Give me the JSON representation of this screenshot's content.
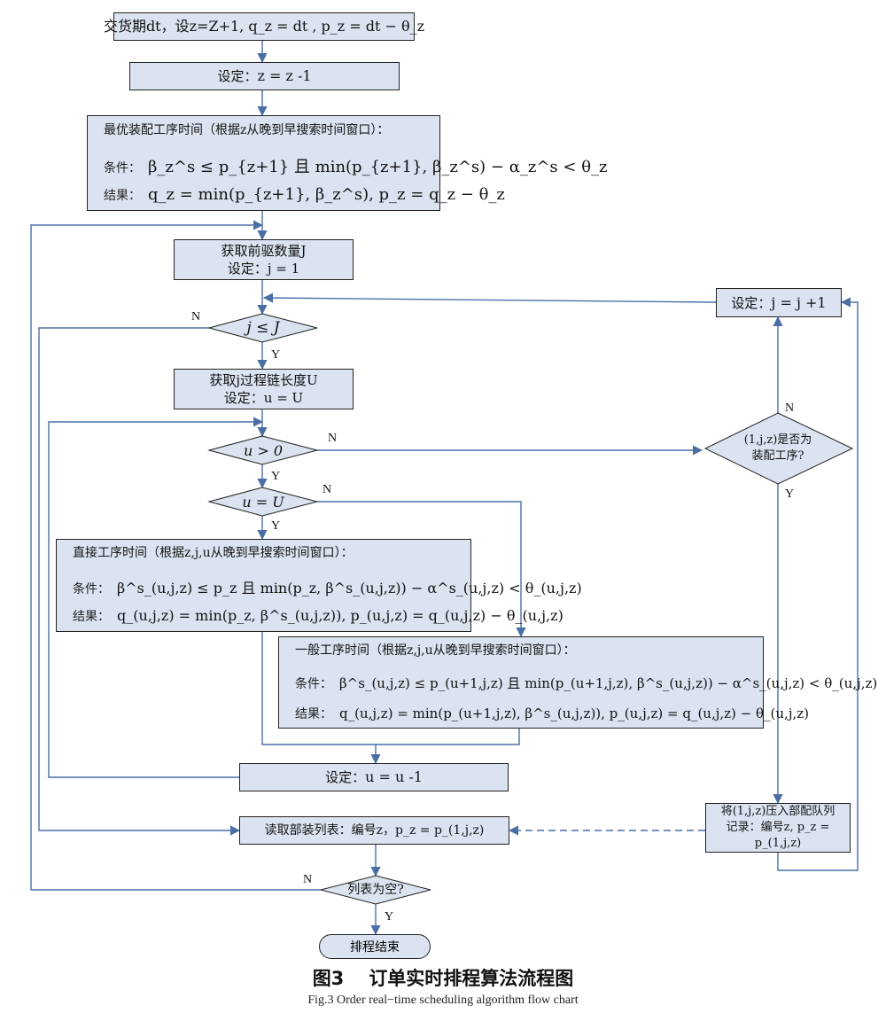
{
  "nodes": {
    "start": "交货期dt，设z=Z+1, q_z = dt , p_z = dt − θ_z",
    "set_z": {
      "label": "设定：",
      "expr": "z = z -1"
    },
    "optimal": {
      "title": "最优装配工序时间（根据z从晚到早搜索时间窗口）：",
      "cond_label": "条件：",
      "cond_expr": "β_z^s ≤ p_{z+1} 且 min(p_{z+1}, β_z^s) − α_z^s < θ_z",
      "res_label": "结果：",
      "res_expr": "q_z = min(p_{z+1}, β_z^s), p_z = q_z − θ_z"
    },
    "get_pred": {
      "line1": "获取前驱数量J",
      "line2": "设定：j = 1"
    },
    "dec_j": "j ≤ J",
    "get_chain": {
      "line1": "获取j过程链长度U",
      "line2": "设定：u = U"
    },
    "dec_u_gt0": "u > 0",
    "dec_u_eqU": "u = U",
    "direct": {
      "title": "直接工序时间（根据z,j,u从晚到早搜索时间窗口）：",
      "cond_label": "条件：",
      "cond_expr": "β^s_(u,j,z) ≤ p_z 且 min(p_z, β^s_(u,j,z)) − α^s_(u,j,z) < θ_(u,j,z)",
      "res_label": "结果：",
      "res_expr": "q_(u,j,z) = min(p_z, β^s_(u,j,z)), p_(u,j,z) = q_(u,j,z) − θ_(u,j,z)"
    },
    "general": {
      "title": "一般工序时间（根据z,j,u从晚到早搜索时间窗口）：",
      "cond_label": "条件：",
      "cond_expr": "β^s_(u,j,z) ≤ p_(u+1,j,z) 且 min(p_(u+1,j,z), β^s_(u,j,z)) − α^s_(u,j,z) < θ_(u,j,z)",
      "res_label": "结果：",
      "res_expr": "q_(u,j,z) = min(p_(u+1,j,z), β^s_(u,j,z)), p_(u,j,z) = q_(u,j,z) − θ_(u,j,z)"
    },
    "set_u": {
      "label": "设定：",
      "expr": "u = u -1"
    },
    "set_j": {
      "label": "设定：",
      "expr": "j = j +1"
    },
    "dec_assembly": {
      "line1": "(1,j,z)是否为",
      "line2": "装配工序?"
    },
    "push": {
      "line1": "将(1,j,z)压入部配队列",
      "line2": "记录：编号z, p_z = p_(1,j,z)"
    },
    "read": "读取部装列表：编号z，p_z = p_(1,j,z)",
    "dec_empty": "列表为空?",
    "end": "排程结束"
  },
  "edge_labels": {
    "yes": "Y",
    "no": "N"
  },
  "caption": {
    "fig_no": "图3",
    "title_cn": "订单实时排程算法流程图",
    "title_en": "Fig.3    Order real−time scheduling algorithm flow chart"
  }
}
